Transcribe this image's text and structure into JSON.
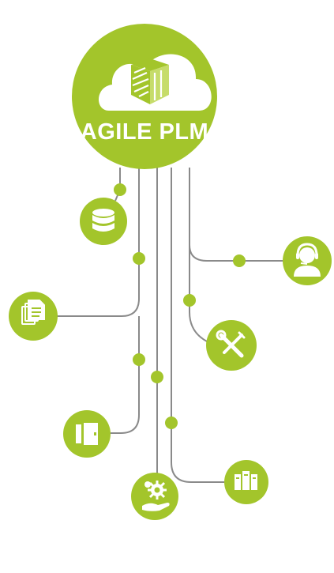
{
  "diagram": {
    "title": "AGILE PLM",
    "colors": {
      "primary": "#a3c52b",
      "line": "#8a8a8a",
      "white": "#ffffff"
    },
    "hub_icon": "cloud-shield-icon",
    "nodes": [
      {
        "name": "database",
        "icon": "database-icon"
      },
      {
        "name": "support-agent",
        "icon": "headset-user-icon"
      },
      {
        "name": "documents",
        "icon": "documents-icon"
      },
      {
        "name": "tools",
        "icon": "wrench-screwdriver-icon"
      },
      {
        "name": "door",
        "icon": "door-icon"
      },
      {
        "name": "services",
        "icon": "gear-hand-icon"
      },
      {
        "name": "servers",
        "icon": "server-rack-icon"
      }
    ]
  }
}
